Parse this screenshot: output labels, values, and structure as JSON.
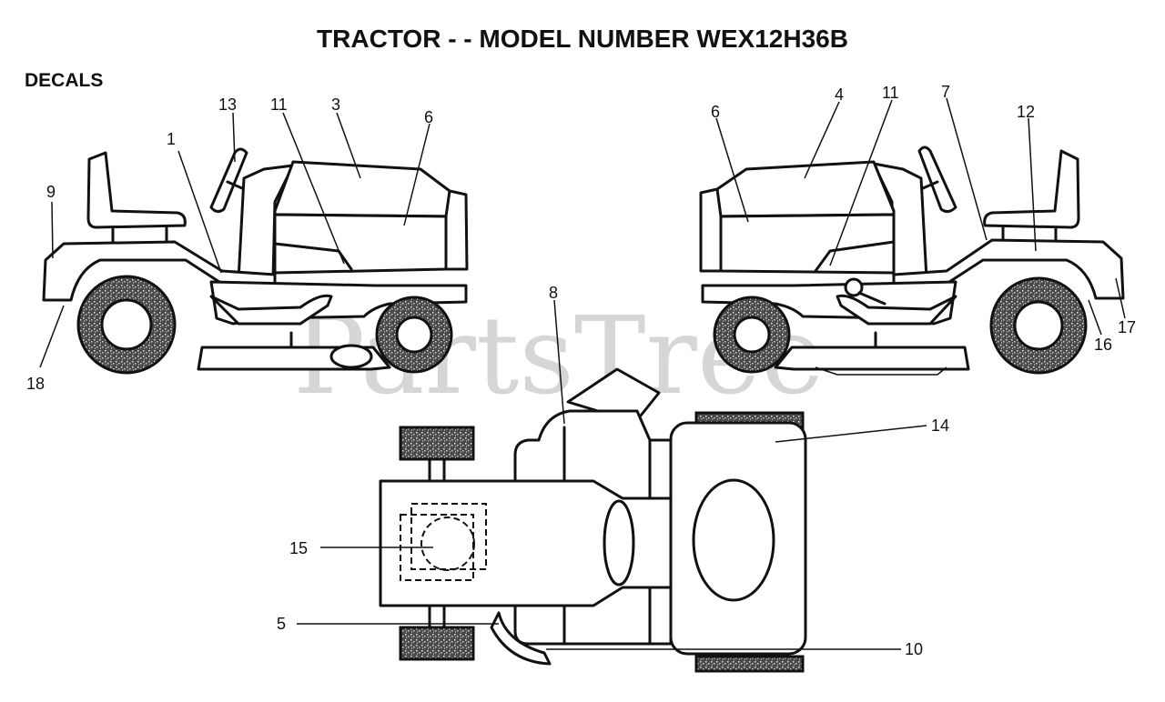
{
  "title": "TRACTOR - - MODEL NUMBER WEX12H36B",
  "subtitle": "DECALS",
  "watermark": "PartsTree",
  "callouts": {
    "c1": "1",
    "c3": "3",
    "c4": "4",
    "c5": "5",
    "c6a": "6",
    "c6b": "6",
    "c7": "7",
    "c8": "8",
    "c9": "9",
    "c10": "10",
    "c11a": "11",
    "c11b": "11",
    "c12": "12",
    "c13": "13",
    "c14": "14",
    "c15": "15",
    "c16": "16",
    "c17": "17",
    "c18": "18"
  }
}
